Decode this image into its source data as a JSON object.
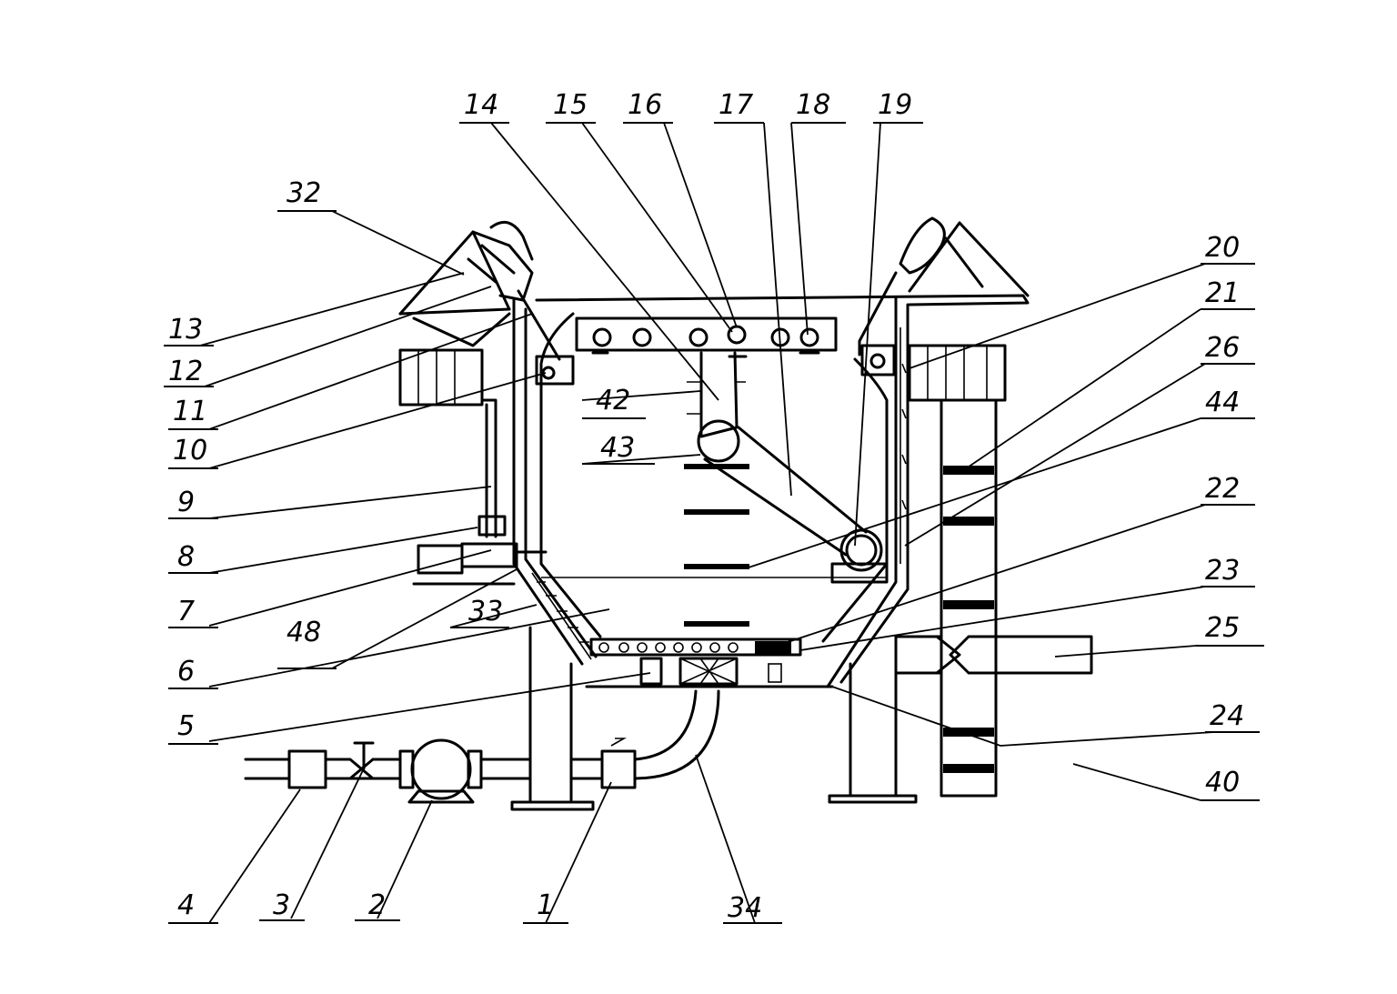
{
  "figure": {
    "labels": [
      {
        "id": "l1",
        "text": "1"
      },
      {
        "id": "l2",
        "text": "2"
      },
      {
        "id": "l3",
        "text": "3"
      },
      {
        "id": "l4",
        "text": "4"
      },
      {
        "id": "l5",
        "text": "5"
      },
      {
        "id": "l6",
        "text": "6"
      },
      {
        "id": "l7",
        "text": "7"
      },
      {
        "id": "l8",
        "text": "8"
      },
      {
        "id": "l9",
        "text": "9"
      },
      {
        "id": "l10",
        "text": "10"
      },
      {
        "id": "l11",
        "text": "11"
      },
      {
        "id": "l12",
        "text": "12"
      },
      {
        "id": "l13",
        "text": "13"
      },
      {
        "id": "l14",
        "text": "14"
      },
      {
        "id": "l15",
        "text": "15"
      },
      {
        "id": "l16",
        "text": "16"
      },
      {
        "id": "l17",
        "text": "17"
      },
      {
        "id": "l18",
        "text": "18"
      },
      {
        "id": "l19",
        "text": "19"
      },
      {
        "id": "l20",
        "text": "20"
      },
      {
        "id": "l21",
        "text": "21"
      },
      {
        "id": "l22",
        "text": "22"
      },
      {
        "id": "l23",
        "text": "23"
      },
      {
        "id": "l24",
        "text": "24"
      },
      {
        "id": "l25",
        "text": "25"
      },
      {
        "id": "l26",
        "text": "26"
      },
      {
        "id": "l32",
        "text": "32"
      },
      {
        "id": "l33",
        "text": "33"
      },
      {
        "id": "l34",
        "text": "34"
      },
      {
        "id": "l40",
        "text": "40"
      },
      {
        "id": "l42",
        "text": "42"
      },
      {
        "id": "l43",
        "text": "43"
      },
      {
        "id": "l44",
        "text": "44"
      },
      {
        "id": "l48",
        "text": "48"
      }
    ]
  }
}
